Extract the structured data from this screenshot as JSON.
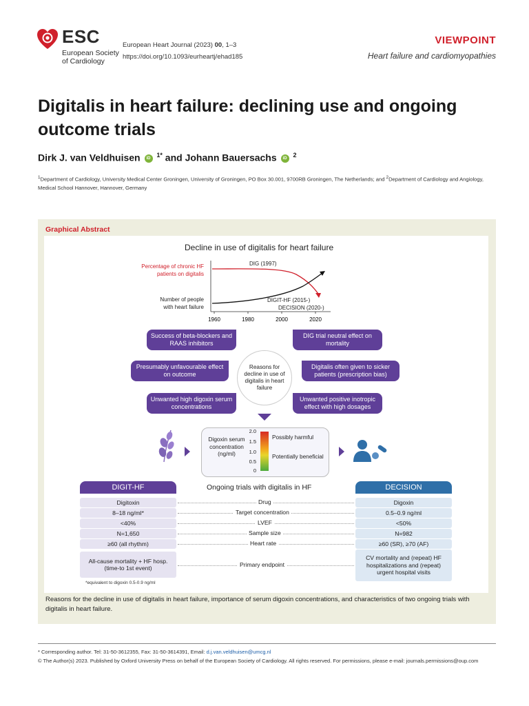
{
  "header": {
    "logo_text": "ESC",
    "society_line1": "European Society",
    "society_line2": "of Cardiology",
    "journal_line1_prefix": "European Heart Journal (2023) ",
    "journal_volume": "00",
    "journal_pages": ", 1–3",
    "doi": "https://doi.org/10.1093/eurheartj/ehad185",
    "section": "VIEWPOINT",
    "topic": "Heart failure and cardiomyopathies"
  },
  "article": {
    "title": "Digitalis in heart failure: declining use and ongoing outcome trials",
    "author1": "Dirk J. van Veldhuisen",
    "author1_marks": "1*",
    "author_join": " and ",
    "author2": "Johann Bauersachs",
    "author2_marks": "2",
    "affiliation_1_mark": "1",
    "affiliation_1": "Department of Cardiology, University Medical Center Groningen, University of Groningen, PO Box 30.001, 9700RB Groningen, The Netherlands; and ",
    "affiliation_2_mark": "2",
    "affiliation_2": "Department of Cardiology and Angiology, Medical School Hannover, Hannover, Germany"
  },
  "graphical_abstract": {
    "label": "Graphical Abstract",
    "caption": "Reasons for the decline in use of digitalis in heart failure, importance of serum digoxin concentrations, and characteristics of two ongoing trials with digitalis in heart failure.",
    "chart_title": "Decline in use of digitalis for heart failure",
    "chart_data": {
      "type": "line",
      "title": "Decline in use of digitalis for heart failure",
      "x_ticks": [
        "1960",
        "1980",
        "2000",
        "2020"
      ],
      "series": [
        {
          "name": "Percentage of chronic HF patients on digitalis",
          "color": "#d0202b"
        },
        {
          "name": "Number of people with heart failure",
          "color": "#111111"
        }
      ],
      "annotations": [
        "DIG (1997)",
        "DIGIT-HF (2015-)",
        "DECISION (2020-)"
      ]
    },
    "series_label_red_1": "Percentage of chronic HF",
    "series_label_red_2": "patients on digitalis",
    "series_label_black_1": "Number of people",
    "series_label_black_2": "with heart failure",
    "annotation_dig": "DIG (1997)",
    "annotation_digit": "DIGIT-HF (2015-)",
    "annotation_decision": "DECISION (2020-)",
    "x_ticks": [
      "1960",
      "1980",
      "2000",
      "2020"
    ],
    "center_text": "Reasons for decline in use of digitalis in heart failure",
    "reasons_left": [
      "Success of beta-blockers and RAAS inhibitors",
      "Presumably unfavourable effect on outcome",
      "Unwanted high digoxin serum concentrations"
    ],
    "reasons_right": [
      "DIG trial neutral effect on mortality",
      "Digitalis often given to sicker patients (prescription bias)",
      "Unwanted positive inotropic effect with high dosages"
    ],
    "serum_label": "Digoxin serum concentration (ng/ml)",
    "serum_ticks": [
      "2.0",
      "1.5",
      "1.0",
      "0.5",
      "0"
    ],
    "zone_harmful": "Possibly harmful",
    "zone_beneficial": "Potentially beneficial",
    "plant_icon": "foxglove-icon",
    "people_icon": "patient-pills-icon",
    "ongoing_title": "Ongoing trials with digitalis in HF",
    "trial_left": "DIGIT-HF",
    "trial_right": "DECISION",
    "rows": [
      {
        "label": "Drug",
        "left": "Digitoxin",
        "right": "Digoxin"
      },
      {
        "label": "Target concentration",
        "left": "8–18 ng/ml*",
        "right": "0.5–0.9 ng/ml"
      },
      {
        "label": "LVEF",
        "left": "<40%",
        "right": "<50%"
      },
      {
        "label": "Sample size",
        "left": "N=1,650",
        "right": "N=982"
      },
      {
        "label": "Heart rate",
        "left": "≥60 (all rhythm)",
        "right": "≥60 (SR), ≥70 (AF)"
      },
      {
        "label": "Primary endpoint",
        "left": "All-cause mortality + HF hosp. (time-to 1st event)",
        "right": "CV mortality and (repeat) HF hospitalizations and (repeat) urgent hospital visits"
      }
    ],
    "footnote": "*equivalent to digoxin 0.5-0.9 ng/ml"
  },
  "footer": {
    "corresponding_prefix": "* Corresponding author. Tel: 31-50-3612355, Fax: 31-50-3614391, Email: ",
    "email": "d.j.van.veldhuisen@umcg.nl",
    "copyright": "© The Author(s) 2023. Published by Oxford University Press on behalf of the European Society of Cardiology. All rights reserved. For permissions, please e-mail: journals.permissions@oup.com"
  },
  "colors": {
    "brand_red": "#d0202b",
    "purple": "#5f3f98",
    "blue": "#2f6fa8",
    "ga_background": "#eeeedf"
  }
}
